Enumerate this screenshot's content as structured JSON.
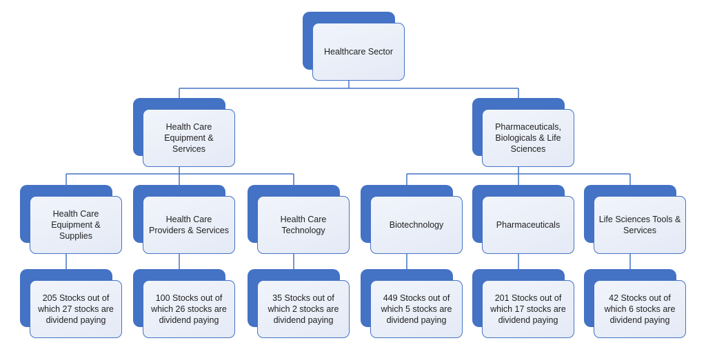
{
  "colors": {
    "accent_blue": "#4472C4",
    "node_fill_light": "#E9EEF8",
    "text": "#1F1F1F",
    "background": "#FFFFFF"
  },
  "root": {
    "label": "Healthcare Sector"
  },
  "groups": [
    {
      "label": "Health Care Equipment & Services"
    },
    {
      "label": "Pharmaceuticals, Biologicals & Life Sciences"
    }
  ],
  "industries": [
    {
      "label": "Health Care Equipment & Supplies",
      "parent": "Health Care Equipment & Services",
      "stats_text": "205 Stocks out of which 27 stocks are dividend paying",
      "total_stocks": 205,
      "dividend_paying_stocks": 27
    },
    {
      "label": "Health Care Providers & Services",
      "parent": "Health Care Equipment & Services",
      "stats_text": "100 Stocks out of which 26 stocks are dividend paying",
      "total_stocks": 100,
      "dividend_paying_stocks": 26
    },
    {
      "label": "Health Care Technology",
      "parent": "Health Care Equipment & Services",
      "stats_text": "35 Stocks out of which 2 stocks are dividend paying",
      "total_stocks": 35,
      "dividend_paying_stocks": 2
    },
    {
      "label": "Biotechnology",
      "parent": "Pharmaceuticals, Biologicals & Life Sciences",
      "stats_text": "449 Stocks out of which 5 stocks are dividend paying",
      "total_stocks": 449,
      "dividend_paying_stocks": 5
    },
    {
      "label": "Pharmaceuticals",
      "parent": "Pharmaceuticals, Biologicals & Life Sciences",
      "stats_text": "201 Stocks out of which 17 stocks are dividend paying",
      "total_stocks": 201,
      "dividend_paying_stocks": 17
    },
    {
      "label": "Life Sciences Tools & Services",
      "parent": "Pharmaceuticals, Biologicals & Life Sciences",
      "stats_text": "42 Stocks out of which 6 stocks are dividend paying",
      "total_stocks": 42,
      "dividend_paying_stocks": 6
    }
  ]
}
